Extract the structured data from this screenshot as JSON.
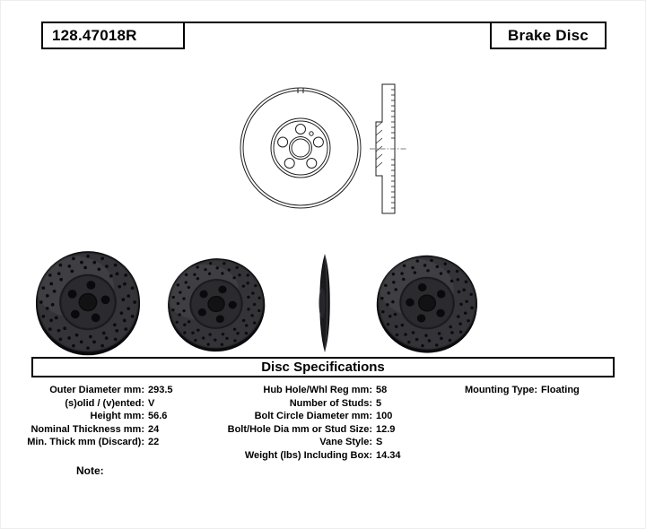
{
  "header": {
    "part_number": "128.47018R",
    "title": "Brake Disc"
  },
  "sections": {
    "specs_title": "Disc Specifications",
    "note_label": "Note:"
  },
  "specs": {
    "left": [
      {
        "label": "Outer Diameter mm:",
        "value": "293.5"
      },
      {
        "label": "(s)olid / (v)ented:",
        "value": "V"
      },
      {
        "label": "Height mm:",
        "value": "56.6"
      },
      {
        "label": "Nominal Thickness mm:",
        "value": "24"
      },
      {
        "label": "Min. Thick mm (Discard):",
        "value": "22"
      }
    ],
    "middle": [
      {
        "label": "Hub Hole/Whl Reg mm:",
        "value": "58"
      },
      {
        "label": "Number of Studs:",
        "value": "5"
      },
      {
        "label": "Bolt Circle Diameter mm:",
        "value": "100"
      },
      {
        "label": "Bolt/Hole Dia mm or Stud Size:",
        "value": "12.9"
      },
      {
        "label": "Vane Style:",
        "value": "S"
      },
      {
        "label": "Weight (lbs) Including Box:",
        "value": "14.34"
      }
    ],
    "right": [
      {
        "label": "Mounting Type:",
        "value": "Floating"
      }
    ]
  },
  "colors": {
    "text": "#000000",
    "rule": "#000000",
    "rotor_body": "#2e2e34",
    "rotor_hole": "#0b0b0d"
  }
}
